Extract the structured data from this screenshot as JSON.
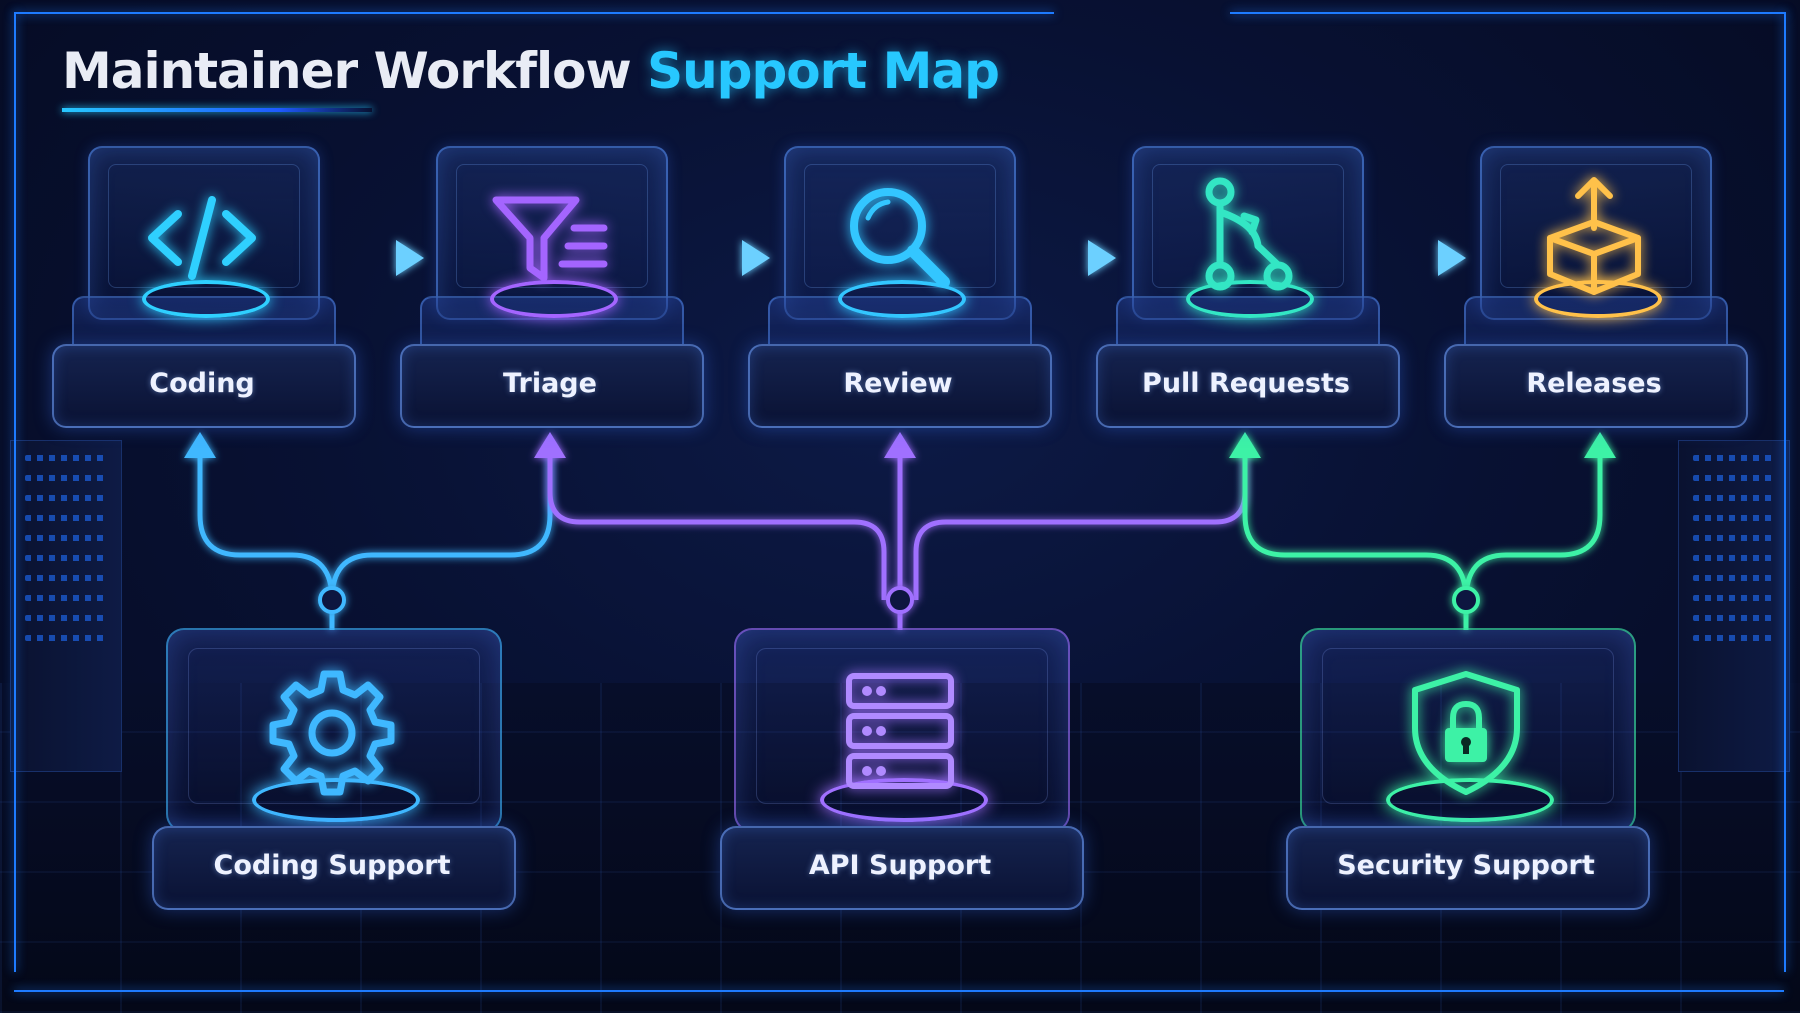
{
  "title": {
    "main": "Maintainer Workflow",
    "accent": "Support Map"
  },
  "stages": [
    {
      "id": "coding",
      "label": "Coding",
      "icon": "code-icon",
      "color": "#2fd0ff"
    },
    {
      "id": "triage",
      "label": "Triage",
      "icon": "filter-list-icon",
      "color": "#a465ff"
    },
    {
      "id": "review",
      "label": "Review",
      "icon": "magnifier-icon",
      "color": "#33c6ff"
    },
    {
      "id": "pull-requests",
      "label": "Pull Requests",
      "icon": "git-branch-icon",
      "color": "#33e6c4"
    },
    {
      "id": "releases",
      "label": "Releases",
      "icon": "package-upload-icon",
      "color": "#ffc14a"
    }
  ],
  "supports": [
    {
      "id": "coding-support",
      "label": "Coding Support",
      "icon": "gear-icon",
      "color": "#3fb8ff",
      "feeds": [
        "Coding",
        "Triage"
      ]
    },
    {
      "id": "api-support",
      "label": "API Support",
      "icon": "server-icon",
      "color": "#a070ff",
      "feeds": [
        "Triage",
        "Review",
        "Pull Requests"
      ]
    },
    {
      "id": "security-support",
      "label": "Security Support",
      "icon": "shield-lock-icon",
      "color": "#3df2a6",
      "feeds": [
        "Pull Requests",
        "Releases"
      ]
    }
  ],
  "colors": {
    "frame": "#1e7bff",
    "title_accent": "#27c8ff",
    "flow_arrow": "#4ab8ff"
  }
}
